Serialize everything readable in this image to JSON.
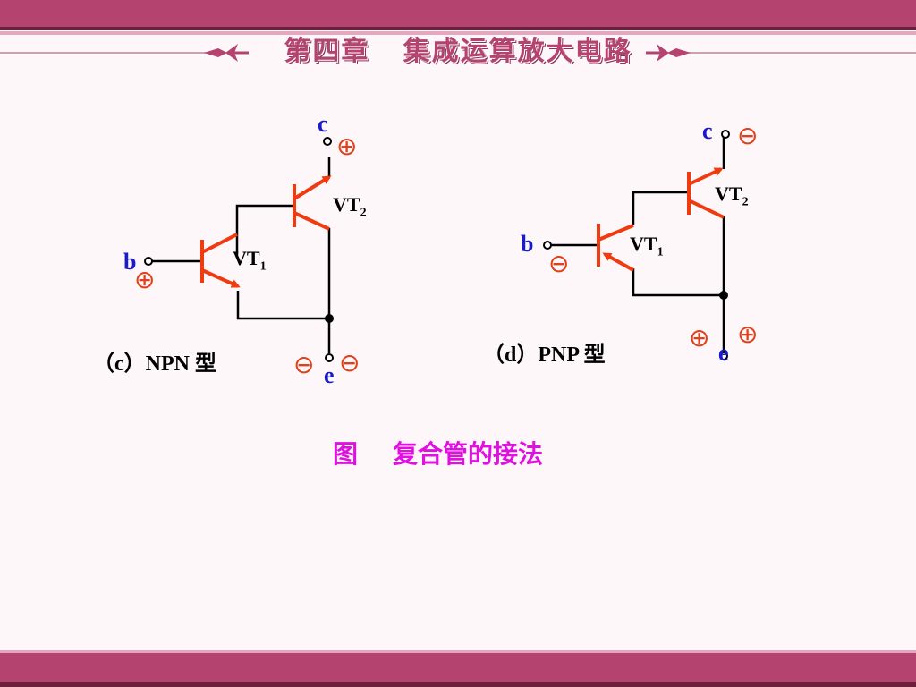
{
  "header": {
    "title": "第四章   集成运算放大电路"
  },
  "npn": {
    "caption": "（c）NPN 型",
    "vt1": "VT",
    "vt1_sub": "1",
    "vt2": "VT",
    "vt2_sub": "2",
    "c": "c",
    "b": "b",
    "e": "e",
    "c_sign": "⊕",
    "b_sign": "⊕",
    "e_sign_left": "⊖",
    "e_sign_right": "⊖"
  },
  "pnp": {
    "caption": "（d）PNP 型",
    "vt1": "VT",
    "vt1_sub": "1",
    "vt2": "VT",
    "vt2_sub": "2",
    "c": "c",
    "b": "b",
    "e": "e",
    "c_sign": "⊖",
    "b_sign": "⊖",
    "e_sign_left": "⊕",
    "e_sign_right": "⊕"
  },
  "figure_caption": "图    复合管的接法",
  "colors": {
    "band": "#b4446f",
    "transistor": "#f03a10",
    "terminal": "#1a1acc",
    "sign": "#e0401a",
    "caption": "#e010e0"
  }
}
